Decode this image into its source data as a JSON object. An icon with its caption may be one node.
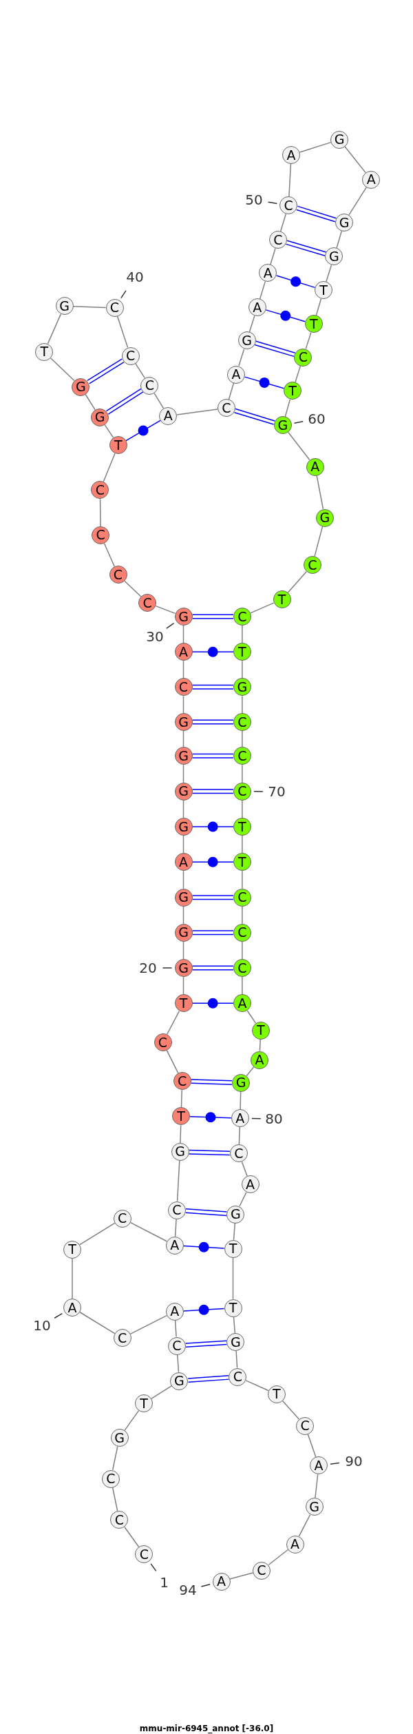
{
  "diagram": {
    "caption": "mmu-mir-6945_annot [-36.0]",
    "nodes": [
      {
        "text": [
          "C"
        ],
        "beside": [
          "1"
        ]
      },
      {
        "text": [
          "C"
        ]
      },
      {
        "text": [
          "C"
        ]
      },
      {
        "text": [
          "G"
        ]
      },
      {
        "text": [
          "T"
        ]
      },
      {
        "text": [
          "G"
        ]
      },
      {
        "text": [
          "C"
        ]
      },
      {
        "text": [
          "A"
        ]
      },
      {
        "text": [
          "C"
        ]
      },
      {
        "text": [
          "A"
        ],
        "beside": [
          "10"
        ]
      },
      {
        "text": [
          "T"
        ]
      },
      {
        "text": [
          "C"
        ]
      },
      {
        "text": [
          "A"
        ]
      },
      {
        "text": [
          "C"
        ]
      },
      {
        "text": [
          "G"
        ]
      },
      {
        "text": [
          "T"
        ]
      },
      {
        "text": [
          "C"
        ]
      },
      {
        "text": [
          "C"
        ]
      },
      {
        "text": [
          "T"
        ]
      },
      {
        "text": [
          "G"
        ],
        "beside": [
          "20"
        ]
      },
      {
        "text": [
          "G"
        ]
      },
      {
        "text": [
          "G"
        ]
      },
      {
        "text": [
          "A"
        ]
      },
      {
        "text": [
          "G"
        ]
      },
      {
        "text": [
          "G"
        ]
      },
      {
        "text": [
          "G"
        ]
      },
      {
        "text": [
          "G"
        ]
      },
      {
        "text": [
          "C"
        ]
      },
      {
        "text": [
          "A"
        ]
      },
      {
        "text": [
          "G"
        ],
        "beside": [
          "30"
        ]
      },
      {
        "text": [
          "C"
        ]
      },
      {
        "text": [
          "C"
        ]
      },
      {
        "text": [
          "C"
        ]
      },
      {
        "text": [
          "C"
        ]
      },
      {
        "text": [
          "T"
        ]
      },
      {
        "text": [
          "G"
        ]
      },
      {
        "text": [
          "G"
        ]
      },
      {
        "text": [
          "T"
        ]
      },
      {
        "text": [
          "G"
        ]
      },
      {
        "text": [
          "C"
        ],
        "beside": [
          "40"
        ]
      },
      {
        "text": [
          "C"
        ]
      },
      {
        "text": [
          "C"
        ]
      },
      {
        "text": [
          "A"
        ]
      },
      {
        "text": [
          "C"
        ]
      },
      {
        "text": [
          "A"
        ]
      },
      {
        "text": [
          "G"
        ]
      },
      {
        "text": [
          "A"
        ]
      },
      {
        "text": [
          "A"
        ]
      },
      {
        "text": [
          "C"
        ]
      },
      {
        "text": [
          "C"
        ],
        "beside": [
          "50"
        ]
      },
      {
        "text": [
          "A"
        ]
      },
      {
        "text": [
          "G"
        ]
      },
      {
        "text": [
          "A"
        ]
      },
      {
        "text": [
          "G"
        ]
      },
      {
        "text": [
          "G"
        ]
      },
      {
        "text": [
          "T"
        ]
      },
      {
        "text": [
          "T"
        ]
      },
      {
        "text": [
          "C"
        ]
      },
      {
        "text": [
          "T"
        ]
      },
      {
        "text": [
          "G"
        ],
        "beside": [
          "60"
        ]
      },
      {
        "text": [
          "A"
        ]
      },
      {
        "text": [
          "G"
        ]
      },
      {
        "text": [
          "C"
        ]
      },
      {
        "text": [
          "T"
        ]
      },
      {
        "text": [
          "C"
        ]
      },
      {
        "text": [
          "T"
        ]
      },
      {
        "text": [
          "G"
        ]
      },
      {
        "text": [
          "C"
        ]
      },
      {
        "text": [
          "C"
        ]
      },
      {
        "text": [
          "C"
        ],
        "beside": [
          "70"
        ]
      },
      {
        "text": [
          "T"
        ]
      },
      {
        "text": [
          "T"
        ]
      },
      {
        "text": [
          "C"
        ]
      },
      {
        "text": [
          "C"
        ]
      },
      {
        "text": [
          "C"
        ]
      },
      {
        "text": [
          "A"
        ]
      },
      {
        "text": [
          "T"
        ]
      },
      {
        "text": [
          "A"
        ]
      },
      {
        "text": [
          "G"
        ]
      },
      {
        "text": [
          "A"
        ],
        "beside": [
          "80"
        ]
      },
      {
        "text": [
          "C"
        ]
      },
      {
        "text": [
          "A"
        ]
      },
      {
        "text": [
          "G"
        ]
      },
      {
        "text": [
          "T"
        ]
      },
      {
        "text": [
          "T"
        ]
      },
      {
        "text": [
          "G"
        ]
      },
      {
        "text": [
          "C"
        ]
      },
      {
        "text": [
          "T"
        ]
      },
      {
        "text": [
          "C"
        ]
      },
      {
        "text": [
          "A"
        ],
        "beside": [
          "90"
        ]
      },
      {
        "text": [
          "G"
        ]
      },
      {
        "text": [
          "A"
        ]
      },
      {
        "text": [
          "C"
        ]
      },
      {
        "text": [
          "A"
        ],
        "beside": [
          "94"
        ]
      }
    ],
    "edges": [
      {
        "from": 0,
        "to": 1,
        "arrow": "none"
      },
      {
        "from": 1,
        "to": 2,
        "arrow": "none"
      },
      {
        "from": 2,
        "to": 3,
        "arrow": "none"
      },
      {
        "from": 3,
        "to": 4,
        "arrow": "none"
      },
      {
        "from": 4,
        "to": 5,
        "arrow": "none"
      },
      {
        "from": 5,
        "to": 6,
        "arrow": "none"
      },
      {
        "from": 6,
        "to": 7,
        "arrow": "none"
      },
      {
        "from": 7,
        "to": 8,
        "arrow": "none"
      },
      {
        "from": 8,
        "to": 9,
        "arrow": "none"
      },
      {
        "from": 9,
        "to": 10,
        "arrow": "none"
      },
      {
        "from": 10,
        "to": 11,
        "arrow": "none"
      },
      {
        "from": 11,
        "to": 12,
        "arrow": "none"
      },
      {
        "from": 12,
        "to": 13,
        "arrow": "none"
      },
      {
        "from": 13,
        "to": 14,
        "arrow": "none"
      },
      {
        "from": 14,
        "to": 15,
        "arrow": "none"
      },
      {
        "from": 15,
        "to": 16,
        "arrow": "none"
      },
      {
        "from": 16,
        "to": 17,
        "arrow": "none"
      },
      {
        "from": 17,
        "to": 18,
        "arrow": "none"
      },
      {
        "from": 18,
        "to": 19,
        "arrow": "none"
      },
      {
        "from": 19,
        "to": 20,
        "arrow": "none"
      },
      {
        "from": 20,
        "to": 21,
        "arrow": "none"
      },
      {
        "from": 21,
        "to": 22,
        "arrow": "none"
      },
      {
        "from": 22,
        "to": 23,
        "arrow": "none"
      },
      {
        "from": 23,
        "to": 24,
        "arrow": "none"
      },
      {
        "from": 24,
        "to": 25,
        "arrow": "none"
      },
      {
        "from": 25,
        "to": 26,
        "arrow": "none"
      },
      {
        "from": 26,
        "to": 27,
        "arrow": "none"
      },
      {
        "from": 27,
        "to": 28,
        "arrow": "none"
      },
      {
        "from": 28,
        "to": 29,
        "arrow": "none"
      },
      {
        "from": 29,
        "to": 30,
        "arrow": "none"
      },
      {
        "from": 30,
        "to": 31,
        "arrow": "none"
      },
      {
        "from": 31,
        "to": 32,
        "arrow": "none"
      },
      {
        "from": 32,
        "to": 33,
        "arrow": "none"
      },
      {
        "from": 33,
        "to": 34,
        "arrow": "none"
      },
      {
        "from": 34,
        "to": 35,
        "arrow": "none"
      },
      {
        "from": 35,
        "to": 36,
        "arrow": "none"
      },
      {
        "from": 36,
        "to": 37,
        "arrow": "none"
      },
      {
        "from": 37,
        "to": 38,
        "arrow": "none"
      },
      {
        "from": 38,
        "to": 39,
        "arrow": "none"
      },
      {
        "from": 39,
        "to": 40,
        "arrow": "none"
      },
      {
        "from": 40,
        "to": 41,
        "arrow": "none"
      },
      {
        "from": 41,
        "to": 42,
        "arrow": "none"
      },
      {
        "from": 42,
        "to": 43,
        "arrow": "none"
      },
      {
        "from": 43,
        "to": 44,
        "arrow": "none"
      },
      {
        "from": 44,
        "to": 45,
        "arrow": "none"
      },
      {
        "from": 45,
        "to": 46,
        "arrow": "none"
      },
      {
        "from": 46,
        "to": 47,
        "arrow": "none"
      },
      {
        "from": 47,
        "to": 48,
        "arrow": "none"
      },
      {
        "from": 48,
        "to": 49,
        "arrow": "none"
      },
      {
        "from": 49,
        "to": 50,
        "arrow": "none"
      },
      {
        "from": 50,
        "to": 51,
        "arrow": "none"
      },
      {
        "from": 51,
        "to": 52,
        "arrow": "none"
      },
      {
        "from": 52,
        "to": 53,
        "arrow": "none"
      },
      {
        "from": 53,
        "to": 54,
        "arrow": "none"
      },
      {
        "from": 54,
        "to": 55,
        "arrow": "none"
      },
      {
        "from": 55,
        "to": 56,
        "arrow": "none"
      },
      {
        "from": 56,
        "to": 57,
        "arrow": "none"
      },
      {
        "from": 57,
        "to": 58,
        "arrow": "none"
      },
      {
        "from": 58,
        "to": 59,
        "arrow": "none"
      },
      {
        "from": 59,
        "to": 60,
        "arrow": "none"
      },
      {
        "from": 60,
        "to": 61,
        "arrow": "none"
      },
      {
        "from": 61,
        "to": 62,
        "arrow": "none"
      },
      {
        "from": 62,
        "to": 63,
        "arrow": "none"
      },
      {
        "from": 63,
        "to": 64,
        "arrow": "none"
      },
      {
        "from": 64,
        "to": 65,
        "arrow": "none"
      },
      {
        "from": 65,
        "to": 66,
        "arrow": "none"
      },
      {
        "from": 66,
        "to": 67,
        "arrow": "none"
      },
      {
        "from": 67,
        "to": 68,
        "arrow": "none"
      },
      {
        "from": 68,
        "to": 69,
        "arrow": "none"
      },
      {
        "from": 69,
        "to": 70,
        "arrow": "none"
      },
      {
        "from": 70,
        "to": 71,
        "arrow": "none"
      },
      {
        "from": 71,
        "to": 72,
        "arrow": "none"
      },
      {
        "from": 72,
        "to": 73,
        "arrow": "none"
      },
      {
        "from": 73,
        "to": 74,
        "arrow": "none"
      },
      {
        "from": 74,
        "to": 75,
        "arrow": "none"
      },
      {
        "from": 75,
        "to": 76,
        "arrow": "none"
      },
      {
        "from": 76,
        "to": 77,
        "arrow": "none"
      },
      {
        "from": 77,
        "to": 78,
        "arrow": "none"
      },
      {
        "from": 78,
        "to": 79,
        "arrow": "none"
      },
      {
        "from": 79,
        "to": 80,
        "arrow": "none"
      },
      {
        "from": 80,
        "to": 81,
        "arrow": "none"
      },
      {
        "from": 81,
        "to": 82,
        "arrow": "none"
      },
      {
        "from": 82,
        "to": 83,
        "arrow": "none"
      },
      {
        "from": 83,
        "to": 84,
        "arrow": "none"
      },
      {
        "from": 84,
        "to": 85,
        "arrow": "none"
      },
      {
        "from": 85,
        "to": 86,
        "arrow": "none"
      },
      {
        "from": 86,
        "to": 87,
        "arrow": "none"
      },
      {
        "from": 87,
        "to": 88,
        "arrow": "none"
      },
      {
        "from": 88,
        "to": 89,
        "arrow": "none"
      },
      {
        "from": 89,
        "to": 90,
        "arrow": "none"
      },
      {
        "from": 90,
        "to": 91,
        "arrow": "none"
      },
      {
        "from": 91,
        "to": 92,
        "arrow": "none"
      },
      {
        "from": 92,
        "to": 93,
        "arrow": "none"
      },
      {
        "from": 5,
        "to": 86,
        "arrow": "none",
        "color": "#0000ff"
      },
      {
        "from": 6,
        "to": 85,
        "arrow": "none",
        "color": "#0000ff"
      },
      {
        "from": 7,
        "to": 84,
        "arrow": "none",
        "color": "#0000ff"
      },
      {
        "from": 12,
        "to": 83,
        "arrow": "none",
        "color": "#0000ff"
      },
      {
        "from": 13,
        "to": 82,
        "arrow": "none",
        "color": "#0000ff"
      },
      {
        "from": 14,
        "to": 80,
        "arrow": "none",
        "color": "#0000ff"
      },
      {
        "from": 15,
        "to": 79,
        "arrow": "none",
        "color": "#0000ff"
      },
      {
        "from": 16,
        "to": 78,
        "arrow": "none",
        "color": "#0000ff"
      },
      {
        "from": 18,
        "to": 75,
        "arrow": "none",
        "color": "#0000ff"
      },
      {
        "from": 19,
        "to": 74,
        "arrow": "none",
        "color": "#0000ff"
      },
      {
        "from": 20,
        "to": 73,
        "arrow": "none",
        "color": "#0000ff"
      },
      {
        "from": 21,
        "to": 72,
        "arrow": "none",
        "color": "#0000ff"
      },
      {
        "from": 22,
        "to": 71,
        "arrow": "none",
        "color": "#0000ff"
      },
      {
        "from": 23,
        "to": 70,
        "arrow": "none",
        "color": "#0000ff"
      },
      {
        "from": 24,
        "to": 69,
        "arrow": "none",
        "color": "#0000ff"
      },
      {
        "from": 25,
        "to": 68,
        "arrow": "none",
        "color": "#0000ff"
      },
      {
        "from": 26,
        "to": 67,
        "arrow": "none",
        "color": "#0000ff"
      },
      {
        "from": 27,
        "to": 66,
        "arrow": "none",
        "color": "#0000ff"
      },
      {
        "from": 28,
        "to": 65,
        "arrow": "none",
        "color": "#0000ff"
      },
      {
        "from": 29,
        "to": 64,
        "arrow": "none",
        "color": "#0000ff"
      },
      {
        "from": 34,
        "to": 42,
        "arrow": "none",
        "color": "#0000ff"
      },
      {
        "from": 35,
        "to": 41,
        "arrow": "none",
        "color": "#0000ff"
      },
      {
        "from": 36,
        "to": 40,
        "arrow": "none",
        "color": "#0000ff"
      },
      {
        "from": 43,
        "to": 59,
        "arrow": "none",
        "color": "#0000ff"
      },
      {
        "from": 44,
        "to": 58,
        "arrow": "none",
        "color": "#0000ff"
      },
      {
        "from": 45,
        "to": 57,
        "arrow": "none",
        "color": "#0000ff"
      },
      {
        "from": 46,
        "to": 56,
        "arrow": "none",
        "color": "#0000ff"
      },
      {
        "from": 47,
        "to": 55,
        "arrow": "none",
        "color": "#0000ff"
      },
      {
        "from": 48,
        "to": 54,
        "arrow": "none",
        "color": "#0000ff"
      },
      {
        "from": 49,
        "to": 53,
        "arrow": "none",
        "color": "#0000ff"
      }
    ]
  }
}
